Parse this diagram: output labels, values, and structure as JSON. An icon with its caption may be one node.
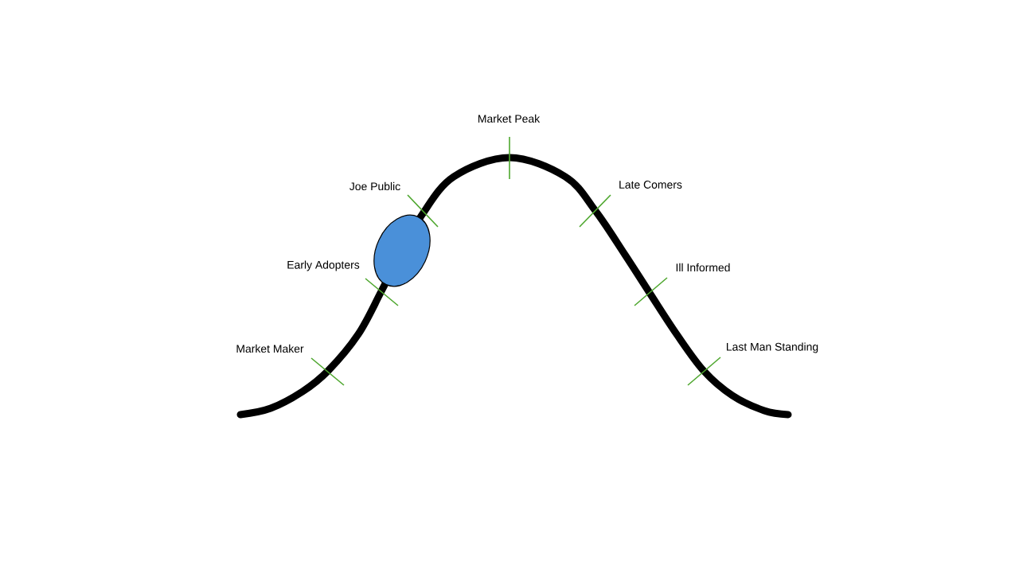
{
  "diagram": {
    "labels": [
      "Market Maker",
      "Early Adopters",
      "Joe Public",
      "Market Peak",
      "Late Comers",
      "Ill Informed",
      "Last Man Standing"
    ]
  }
}
